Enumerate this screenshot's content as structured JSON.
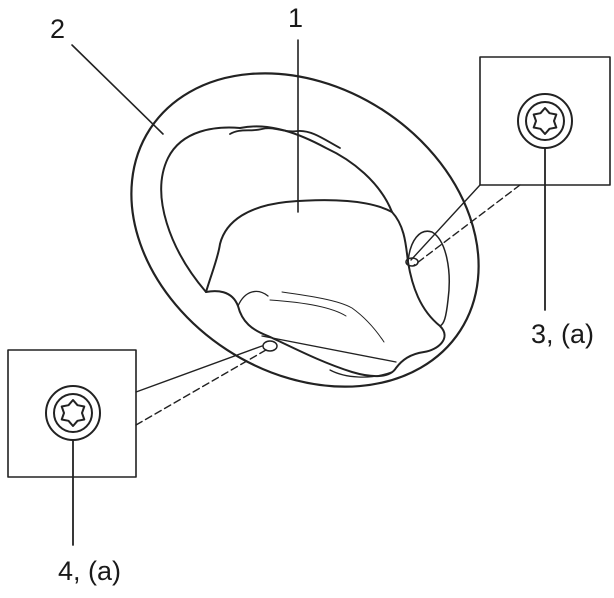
{
  "diagram": {
    "callouts": {
      "part_1": "1",
      "part_2": "2",
      "part_3": "3, (a)",
      "part_4": "4, (a)"
    },
    "icons": {
      "fastener_detail": "torx-bolt-icon"
    },
    "colors": {
      "line": "#222222",
      "background": "#ffffff"
    }
  }
}
